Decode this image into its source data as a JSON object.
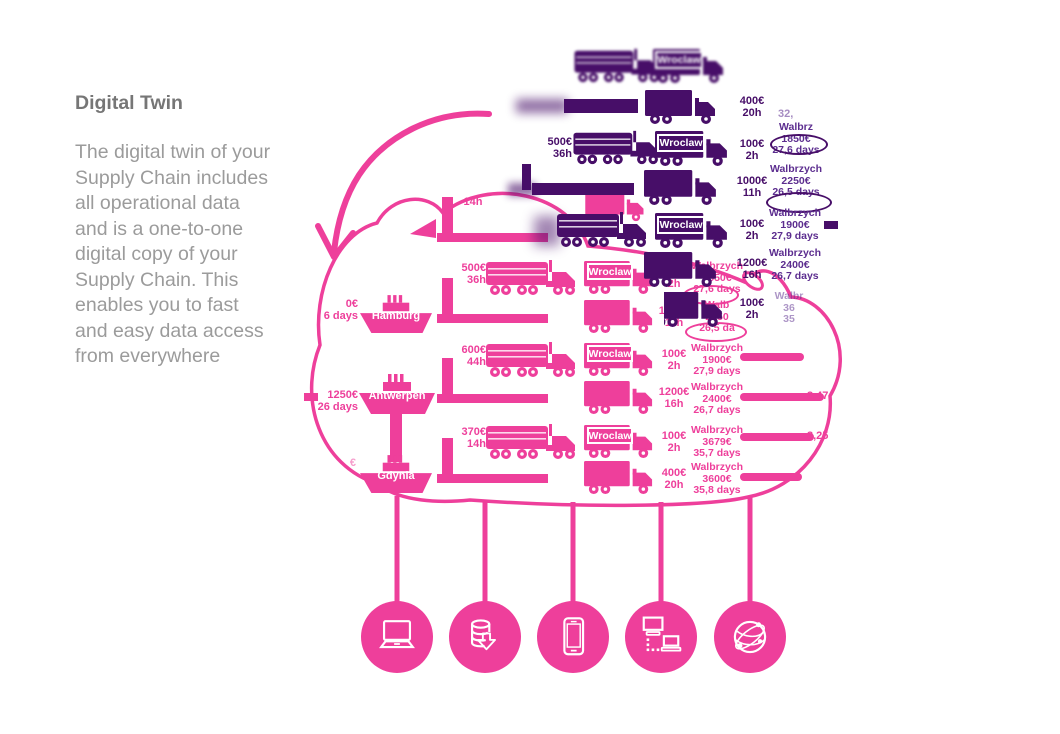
{
  "intro": {
    "heading": "Digital Twin",
    "paragraph": "The digital twin of your\nSupply Chain includes\nall operational data\nand is a one-to-one\ndigital copy of your\nSupply Chain. This\nenables you to fast\nand easy data access\nfrom everywhere"
  },
  "colors": {
    "pink": "#ee3f9b",
    "purple": "#470e68",
    "purple_text": "#5c2d8f"
  },
  "purple": {
    "top": {
      "city": "Wroclaw"
    },
    "row_400": {
      "cost": "400€",
      "time": "20h",
      "note": "32,"
    },
    "row_500": {
      "cost": "500€",
      "time": "36h",
      "city": "Wroclaw",
      "local_cost": "100€",
      "local_time": "2h",
      "dest_city": "Walbrz",
      "dest_cost": "1850€",
      "dest_days": "27,6 days"
    },
    "row_1000": {
      "cost": "1000€",
      "time": "11h",
      "dest_city": "Walbrzych",
      "dest_cost": "2250€",
      "dest_days": "26,5 days"
    },
    "row_1900": {
      "city": "Wroclaw",
      "local_cost": "100€",
      "local_time": "2h",
      "dest_city": "Walbrzych",
      "dest_cost": "1900€",
      "dest_days": "27,9 days"
    },
    "row_2400": {
      "cost": "1200€",
      "time": "16h",
      "dest_city": "Walbrzych",
      "dest_cost": "2400€",
      "dest_days": "26,7 days"
    },
    "row_faded": {
      "local_cost": "100€",
      "local_time": "2h",
      "dest_city": "Walbr",
      "dest_cost": "36",
      "dest_days": "35"
    }
  },
  "cloud": {
    "top_time": "14h",
    "ports": [
      {
        "name": "Hamburg",
        "cost": "0€",
        "days": "6 days"
      },
      {
        "name": "Antwerpen",
        "cost": "1250€",
        "days": "26 days"
      },
      {
        "name": "Gdynia",
        "cost": "€",
        "days": ""
      }
    ],
    "semi_rows": [
      {
        "cost": "500€",
        "time": "36h",
        "city": "Wroclaw",
        "local_cost": "100€",
        "local_time": "2h",
        "dest_city": "Walbrzych",
        "dest_cost": "1850€",
        "dest_days": "27,6 days"
      },
      {
        "cost": "600€",
        "time": "44h",
        "city": "Wroclaw",
        "local_cost": "100€",
        "local_time": "2h",
        "dest_city": "Walbrzych",
        "dest_cost": "1900€",
        "dest_days": "27,9 days"
      },
      {
        "cost": "370€",
        "time": "14h",
        "city": "Wroclaw",
        "local_cost": "100€",
        "local_time": "2h",
        "dest_city": "Walbrzych",
        "dest_cost": "3679€",
        "dest_days": "35,7 days",
        "bar_value": "3,25"
      }
    ],
    "box_rows": [
      {
        "cost": "1000€",
        "time": "11h",
        "dest_city": "Walb",
        "dest_cost": "2250",
        "dest_days": "26,5 da"
      },
      {
        "cost": "1200€",
        "time": "16h",
        "dest_city": "Walbrzych",
        "dest_cost": "2400€",
        "dest_days": "26,7 days",
        "bar_value": "3,47"
      },
      {
        "cost": "400€",
        "time": "20h",
        "dest_city": "Walbrzych",
        "dest_cost": "3600€",
        "dest_days": "35,8 days"
      }
    ]
  },
  "footer_icons": [
    {
      "name": "laptop"
    },
    {
      "name": "database-download"
    },
    {
      "name": "smartphone"
    },
    {
      "name": "networked-computers"
    },
    {
      "name": "globe-network"
    }
  ]
}
